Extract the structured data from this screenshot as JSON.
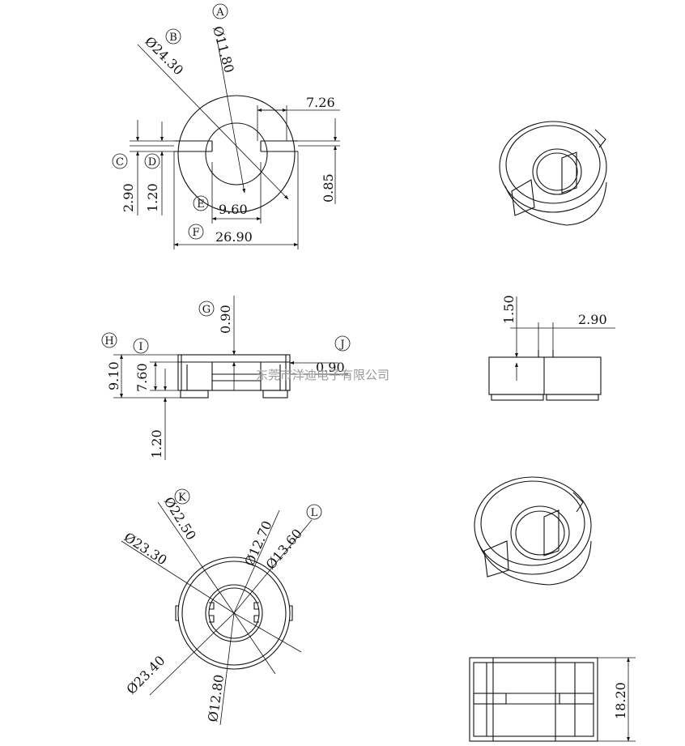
{
  "watermark": "东莞市洋迪电子有限公司",
  "labels": {
    "A": "A",
    "B": "B",
    "C": "C",
    "D": "D",
    "E": "E",
    "F": "F",
    "G": "G",
    "H": "H",
    "I": "I",
    "J": "J",
    "K": "K",
    "L": "L"
  },
  "dims": {
    "a": "Ø11.80",
    "b": "Ø24.30",
    "c": "2.90",
    "d": "1.20",
    "e": "9.60",
    "f": "26.90",
    "slot_w": "7.26",
    "slot_h": "0.85",
    "g": "0.90",
    "h": "9.10",
    "i": "7.60",
    "j": "0.90",
    "base": "1.20",
    "side_top": "1.50",
    "side_w": "2.90",
    "k": "Ø22.50",
    "k2": "Ø23.30",
    "l1": "Ø12.70",
    "l2": "Ø13.60",
    "bot1": "Ø23.40",
    "bot2": "Ø12.80",
    "height": "18.20"
  },
  "colors": {
    "line": "#111111",
    "watermark": "#9a9a9a"
  }
}
